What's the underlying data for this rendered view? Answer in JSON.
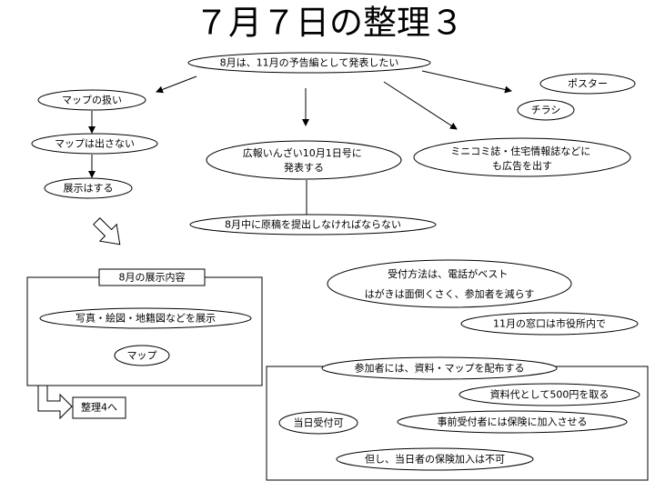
{
  "title": "７月７日の整理３",
  "nodes": {
    "main_goal": "8月は、11月の予告編として発表したい",
    "poster": "ポスター",
    "flyer": "チラシ",
    "map_handling": "マップの扱い",
    "no_map": "マップは出さない",
    "exhibit_yes": "展示はする",
    "koho_lines": [
      "広報いんざい10月1日号に",
      "発表する"
    ],
    "minicomi_lines": [
      "ミニコミ誌・住宅情報誌などに",
      "も広告を出す"
    ],
    "manuscript": "8月中に原稿を提出しなければならない",
    "reception_lines": [
      "受付方法は、電話がベスト",
      "はがきは面倒くさく、参加者を減らす"
    ],
    "counter": "11月の窓口は市役所内で",
    "exhibit_label": "8月の展示内容",
    "exhibit_items": [
      "写真・絵図・地籍図などを展示",
      "マップ"
    ],
    "next_step": "整理4へ",
    "distribute": "参加者には、資料・マップを配布する",
    "fee": "資料代として500円を取る",
    "same_day": "当日受付可",
    "insurance": "事前受付者には保険に加入させる",
    "exception": "但し、当日者の保険加入は不可"
  }
}
